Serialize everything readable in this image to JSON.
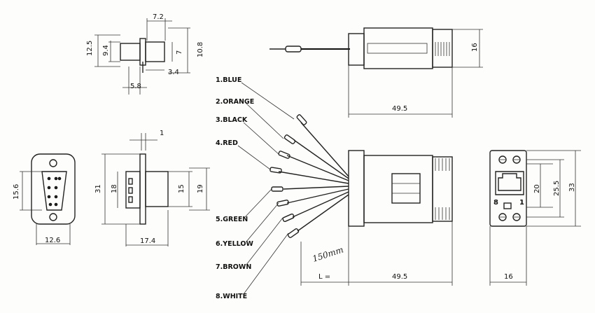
{
  "drawing": {
    "top_connector_dims": {
      "width_top": "7.2",
      "height_outer": "12.5",
      "height_inner": "9.4",
      "height_right_a": "7",
      "height_right_b": "10.8",
      "length_bottom": "5.8",
      "offset_bottom": "3.4"
    },
    "side_connector_dims": {
      "flange": "1",
      "height_outer": "31",
      "height_mid": "18",
      "height_body": "15",
      "height_right": "19",
      "length": "17.4"
    },
    "front_connector_dims": {
      "height": "15.6",
      "width": "12.6"
    },
    "adapter_dims": {
      "length_top": "49.5",
      "height_top": "16",
      "length_bottom": "49.5",
      "cable_label": "L =",
      "cable_note": "150mm"
    },
    "end_view_dims": {
      "pin_8": "8",
      "pin_1": "1",
      "h_20": "20",
      "h_25_5": "25.5",
      "h_33": "33",
      "width": "16"
    },
    "wire_labels": [
      "1.BLUE",
      "2.ORANGE",
      "3.BLACK",
      "4.RED",
      "5.GREEN",
      "6.YELLOW",
      "7.BROWN",
      "8.WHITE"
    ]
  }
}
